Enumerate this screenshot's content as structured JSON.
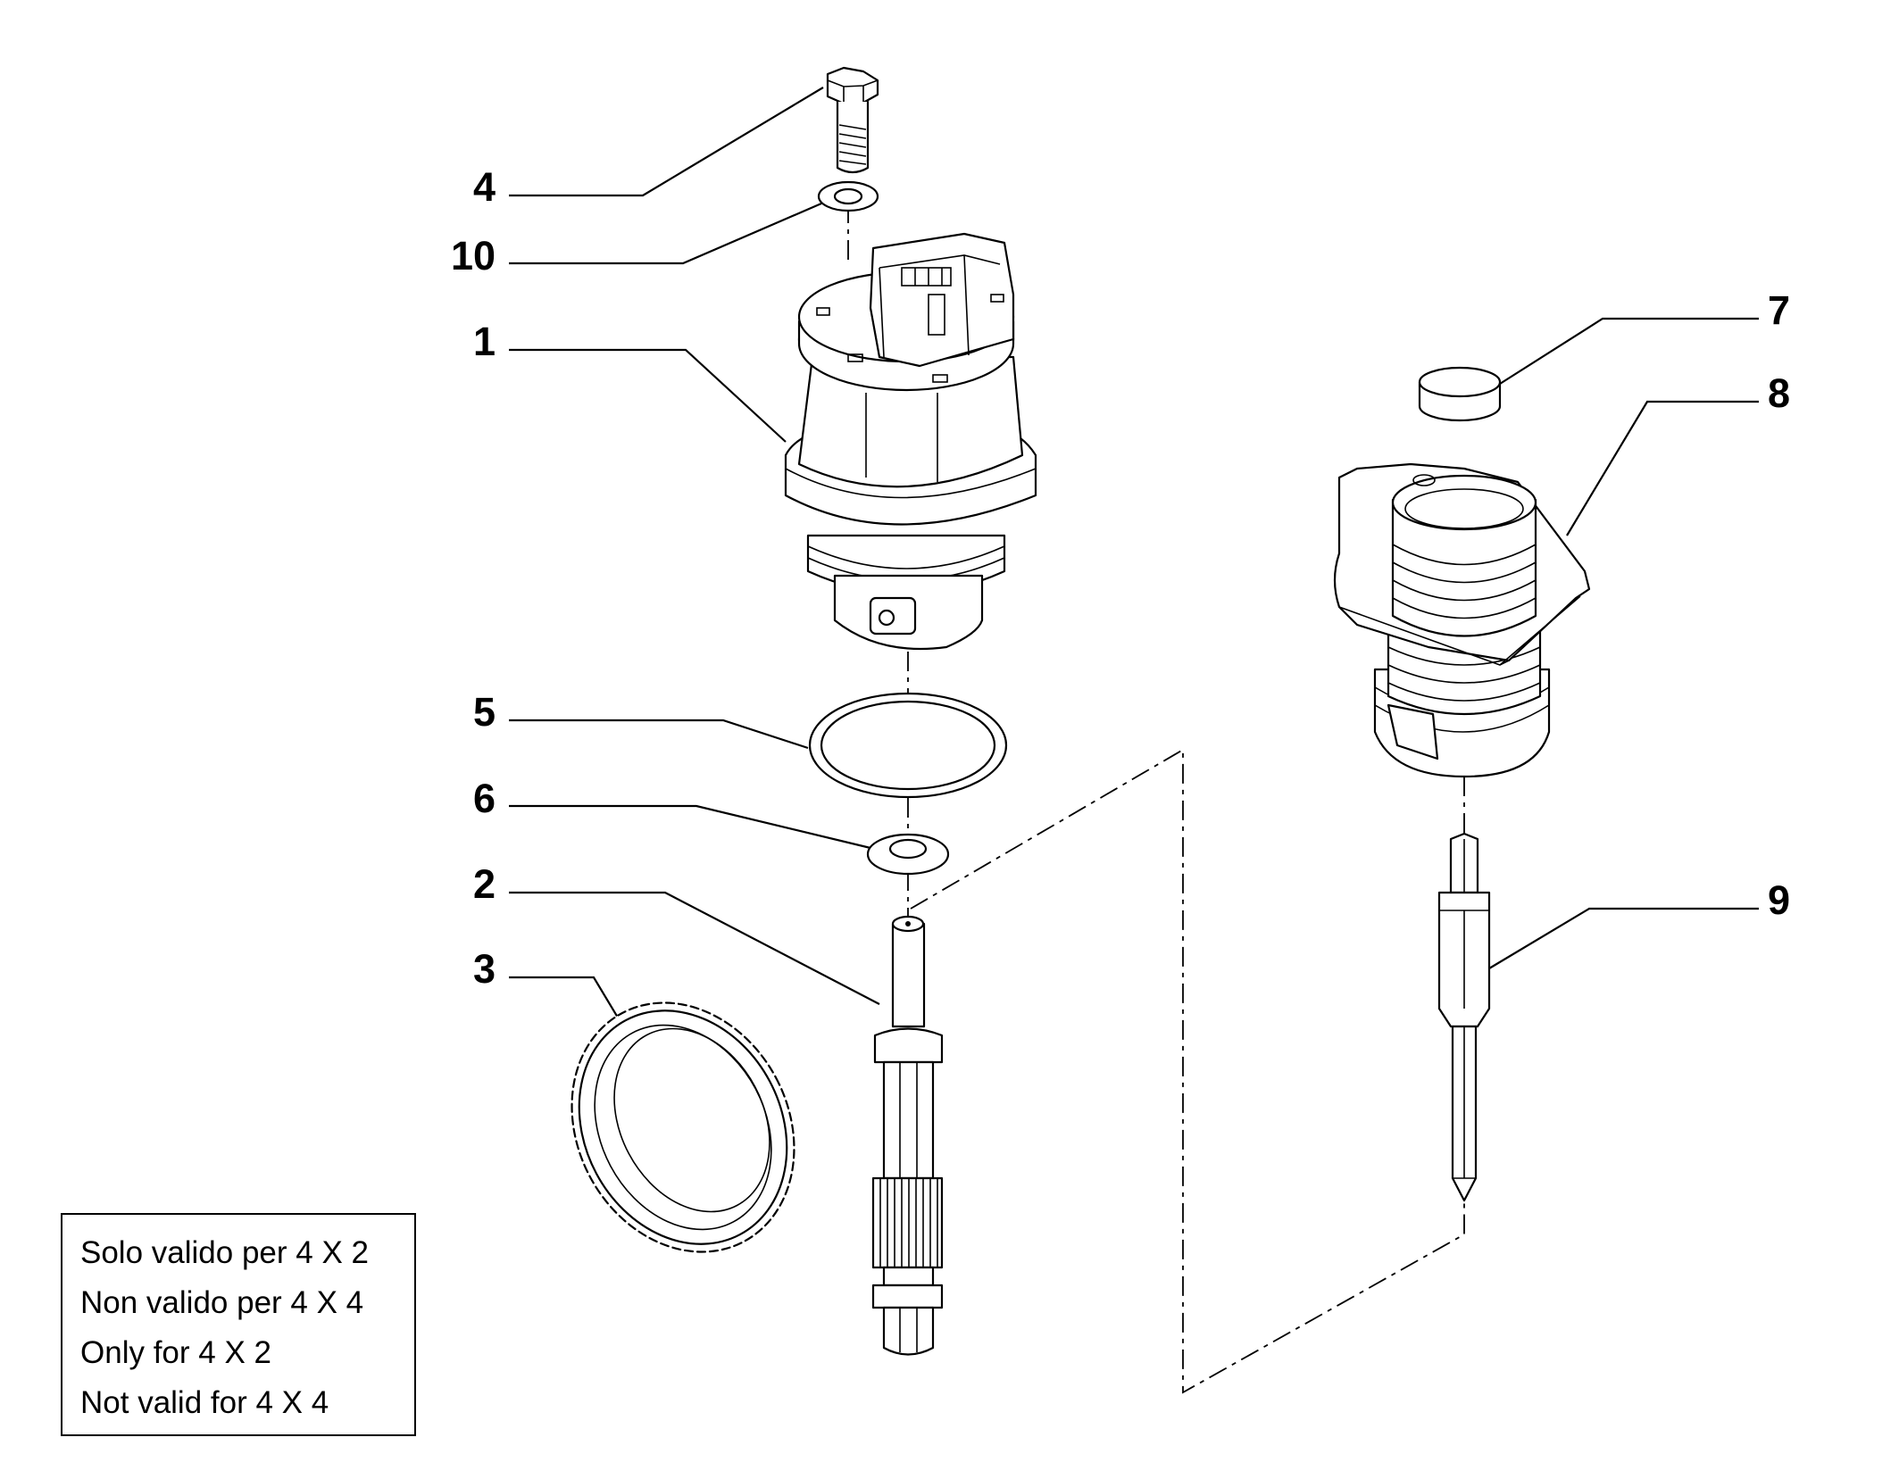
{
  "callouts": [
    "1",
    "2",
    "3",
    "4",
    "5",
    "6",
    "7",
    "8",
    "9",
    "10"
  ],
  "note": {
    "lines": [
      "Solo valido per 4 X 2",
      "Non valido per 4 X 4",
      "Only for 4 X 2",
      "Not valid for 4 X 4"
    ]
  }
}
